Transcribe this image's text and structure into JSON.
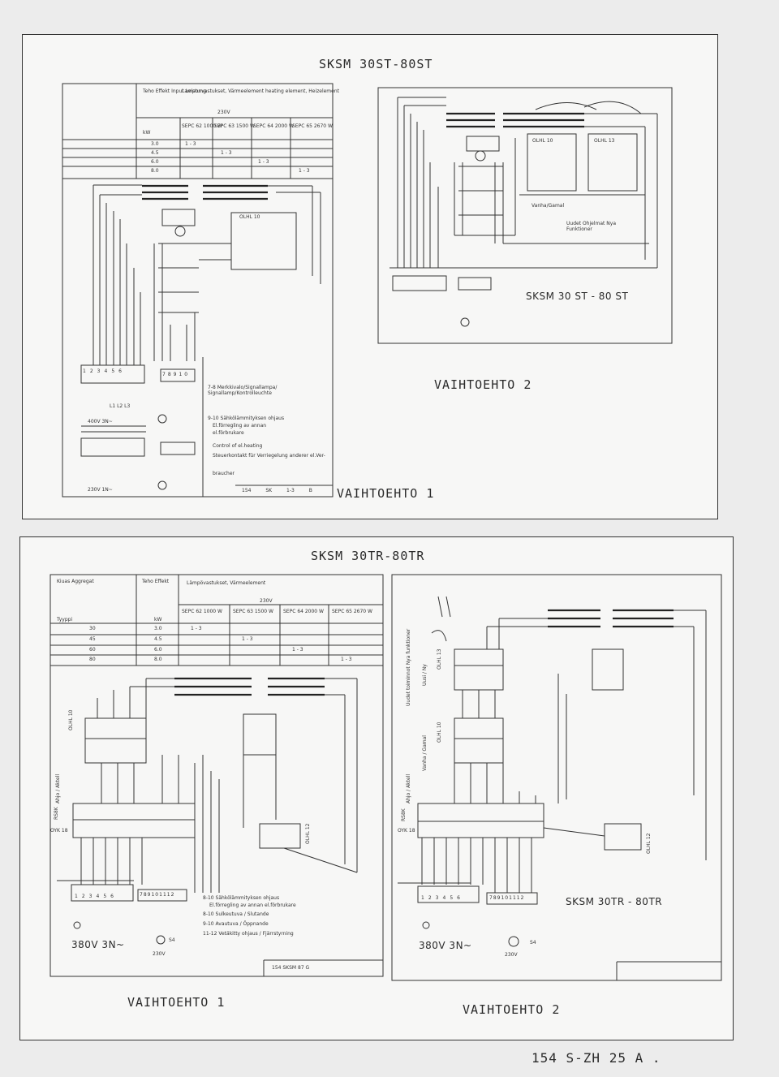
{
  "top_sheet": {
    "title": "SKSM 30ST-80ST",
    "table": {
      "headers": [
        "Teho Effekt Input Leistung",
        "Lamponvastukset, Värmeelement heating element, Heizelement"
      ],
      "voltage": "230V",
      "unit": "kW",
      "elements": [
        "SEPC 62 1000 W",
        "SEPC 63 1500 W",
        "SEPC 64 2000 W",
        "SEPC 65 2670 W"
      ],
      "rows": [
        {
          "power": "3.0",
          "cells": [
            "1 - 3",
            "",
            "",
            ""
          ]
        },
        {
          "power": "4.5",
          "cells": [
            "",
            "1 - 3",
            "",
            ""
          ]
        },
        {
          "power": "6.0",
          "cells": [
            "",
            "",
            "1 - 3",
            ""
          ]
        },
        {
          "power": "8.0",
          "cells": [
            "",
            "",
            "",
            "1 - 3"
          ]
        }
      ]
    },
    "left_diagram": {
      "terminals": [
        "1",
        "2",
        "3",
        "4",
        "5",
        "6"
      ],
      "terminals_right": [
        "7",
        "8",
        "9",
        "10"
      ],
      "supply_note": "400V 3N~",
      "supply_note_2": "230V 1N~",
      "phases": "L1 L2 L3",
      "signal_note": "7-8 Merkkivalo/Signallampa/ Signallamp/Kontrolleuchte",
      "interlock_note": [
        "9-10 Sähkölämmityksen ohjaus",
        "El.förregling av annan",
        "el.förbrukare",
        "Control of el.heating",
        "Steuerkontakt für Verriegelung anderer el.Ver-",
        "braucher"
      ],
      "control_box": "OLHL 10",
      "footer": [
        "154",
        "SK",
        "1-3 B"
      ]
    },
    "right_diagram": {
      "label": "SKSM 30 ST - 80 ST",
      "boxes": [
        "OLHL 10",
        "OLHL 13"
      ],
      "notes": [
        "Vanha/Gamal",
        "Uudet Ohjelmat Nya Funktioner"
      ]
    },
    "caption_left": "VAIHTOEHTO 1",
    "caption_right": "VAIHTOEHTO 2"
  },
  "bottom_sheet": {
    "title": "SKSM 30TR-80TR",
    "table": {
      "headers": [
        "Kiuas Aggregat",
        "Teho Effekt",
        "Lämpövastukset, Värmeelement"
      ],
      "voltage": "230V",
      "col_type": "Tyyppi",
      "unit": "kW",
      "elements": [
        "SEPC 62 1000 W",
        "SEPC 63 1500 W",
        "SEPC 64 2000 W",
        "SEPC 65 2670 W"
      ],
      "rows": [
        {
          "type": "30",
          "power": "3.0",
          "cells": [
            "1 - 3",
            "",
            "",
            ""
          ]
        },
        {
          "type": "45",
          "power": "4.5",
          "cells": [
            "",
            "1 - 3",
            "",
            ""
          ]
        },
        {
          "type": "60",
          "power": "6.0",
          "cells": [
            "",
            "",
            "1 - 3",
            ""
          ]
        },
        {
          "type": "80",
          "power": "8.0",
          "cells": [
            "",
            "",
            "",
            "1 - 3"
          ]
        }
      ]
    },
    "left_diagram": {
      "boxes": [
        "OLHL 10",
        "OYK 18",
        "RS8K",
        "OLHL 12"
      ],
      "terminals": [
        "1",
        "2",
        "3",
        "4",
        "5",
        "6"
      ],
      "terminals_right": [
        "7",
        "8",
        "9",
        "10",
        "11",
        "12"
      ],
      "supply": "380V 3N~",
      "voltage_small": "230V",
      "fuse": "S4",
      "notes": [
        "8-10 Sähkölämmityksen ohjaus",
        "El.förregling av annan el.förbrukare",
        "8-10 Sulkeutuva / Slutande",
        "9-10 Avautuva / Öppnande",
        "11-12 Vetäkitty ohjaus / Fjärrstyrning"
      ],
      "footer": "154 SKSM 87 G",
      "side_label": "Ahjo / Aktell"
    },
    "right_diagram": {
      "label": "SKSM 30TR - 80TR",
      "boxes": [
        "OLHL 13",
        "OLHL 10",
        "OYK 18",
        "RS8K",
        "OLHL 12"
      ],
      "side_notes": [
        "Uusi / Ny",
        "Uudet toiminnot Nya funktioner",
        "Vanha / Gamal"
      ],
      "supply": "380V 3N~",
      "voltage_small": "230V",
      "fuse": "S4",
      "terminals": [
        "1",
        "2",
        "3",
        "4",
        "5",
        "6"
      ],
      "terminals_right": [
        "7",
        "8",
        "9",
        "10",
        "11",
        "12"
      ],
      "side_label": "Ahjo / Aktell"
    },
    "caption_left": "VAIHTOEHTO 1",
    "caption_right": "VAIHTOEHTO 2"
  },
  "page_code": "154 S-ZH 25 A ."
}
